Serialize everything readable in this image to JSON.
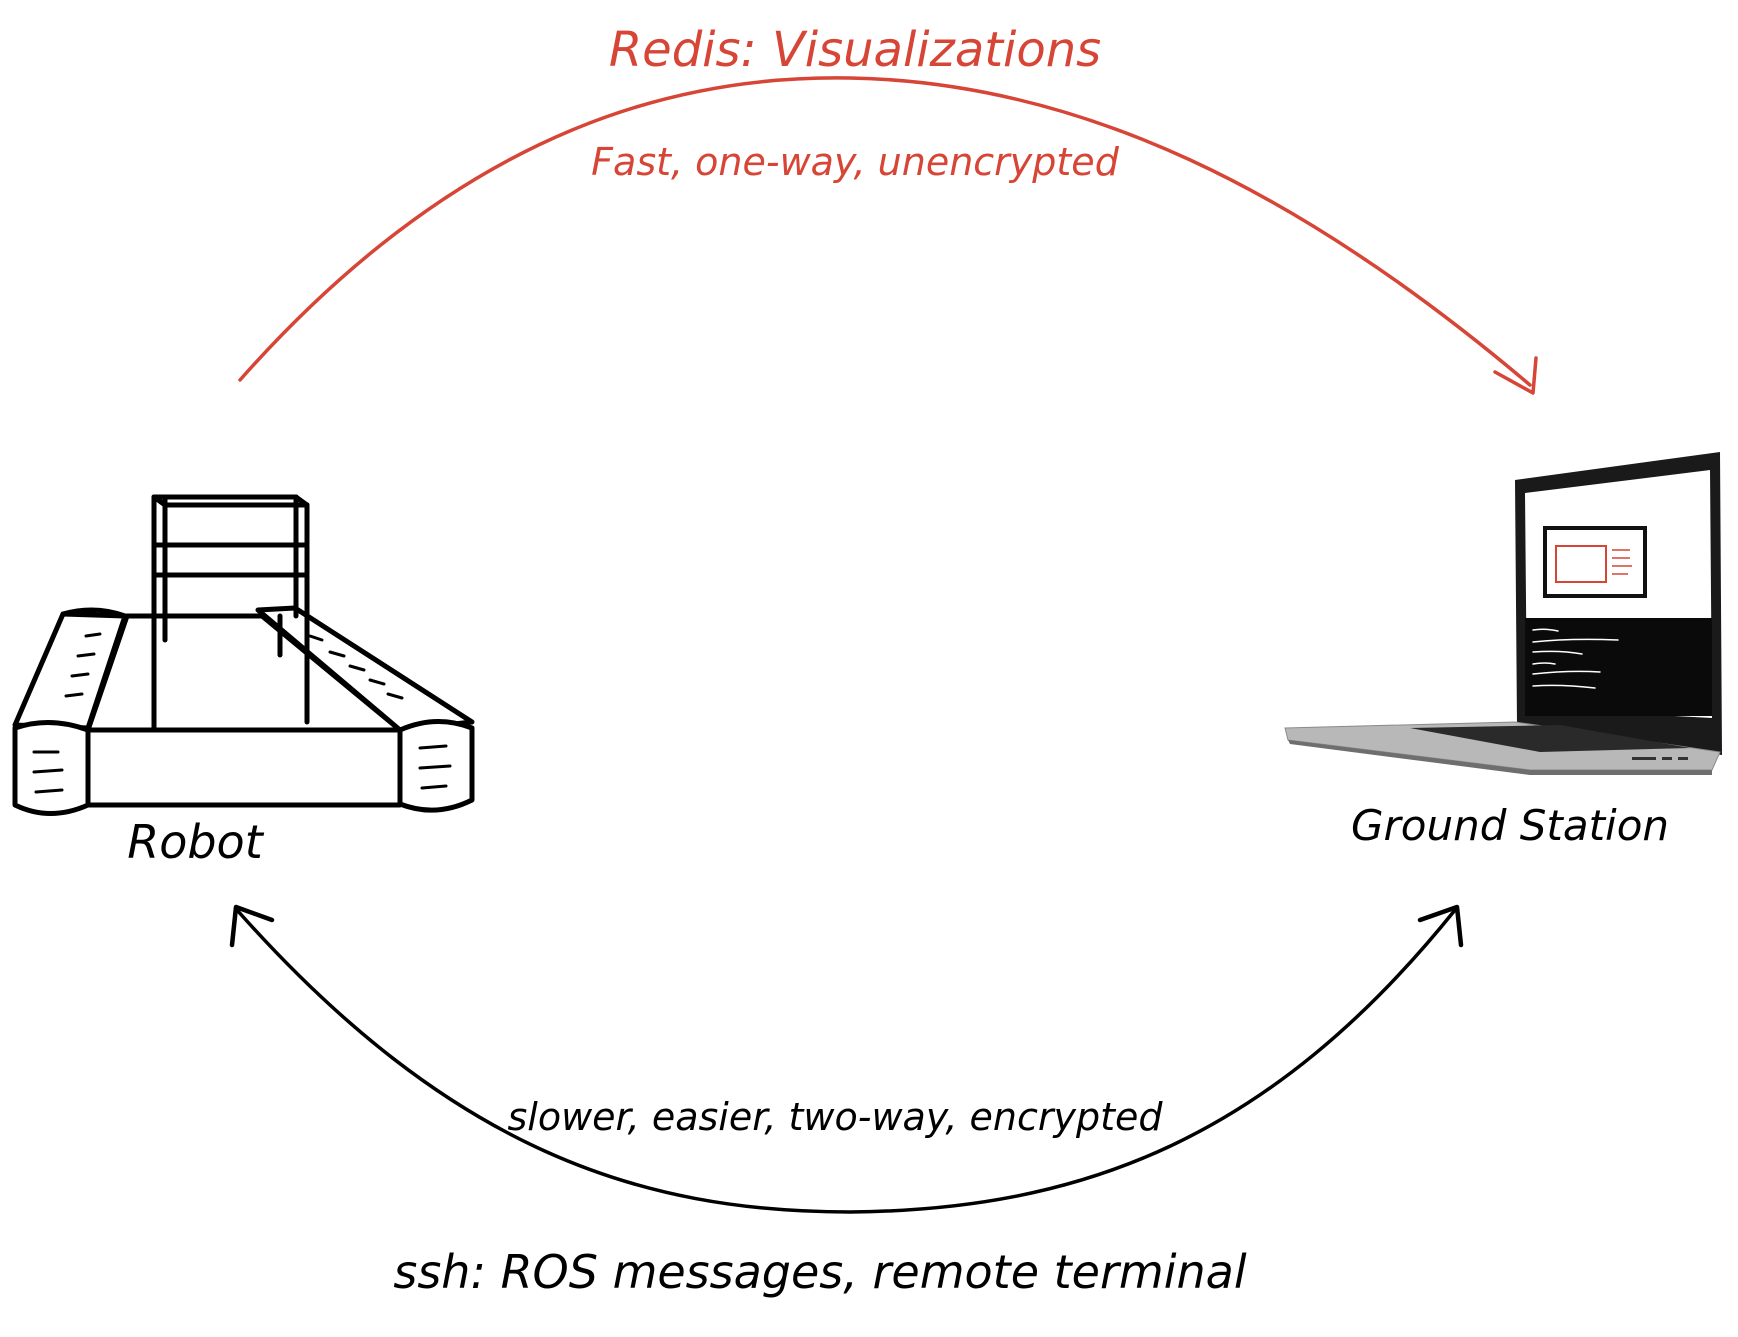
{
  "diagram": {
    "top_link": {
      "title": "Redis: Visualizations",
      "subtitle": "Fast, one-way, unencrypted",
      "color": "#d64535",
      "direction": "robot-to-ground-station"
    },
    "bottom_link": {
      "title": "ssh: ROS messages, remote terminal",
      "subtitle": "slower, easier, two-way, encrypted",
      "color": "#000000",
      "direction": "bidirectional"
    },
    "nodes": {
      "robot": {
        "label": "Robot",
        "icon": "tracked-robot-icon"
      },
      "ground_station": {
        "label": "Ground Station",
        "icon": "laptop-icon"
      }
    },
    "screen_accent": "#d64535"
  }
}
